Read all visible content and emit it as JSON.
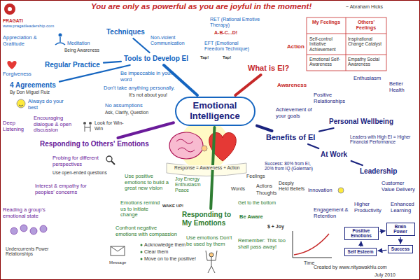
{
  "diagram": {
    "title": "You are only as powerful as you are joyful in the moment!",
    "nodes": [
      {
        "text": [
          "Emotional Intelligence"
        ]
      },
      {
        "text": [
          "What is EI?"
        ]
      },
      {
        "text": [
          "Benefits of EI"
        ]
      },
      {
        "text": [
          "Responding to My Emotions"
        ]
      },
      {
        "text": [
          "Responding to Others' Emotions"
        ]
      },
      {
        "text": [
          "Tools to Develop EI"
        ]
      },
      {
        "text": [
          "Regular Practice"
        ]
      },
      {
        "text": [
          "Techniques"
        ]
      },
      {
        "text": [
          "4 Agreements",
          "By Don Miguel Ruiz"
        ]
      },
      {
        "text": [
          "Personal Wellbeing"
        ]
      },
      {
        "text": [
          "At Work"
        ]
      },
      {
        "text": [
          "Leadership"
        ]
      },
      {
        "text": [
          "Positive Emotions"
        ]
      },
      {
        "text": [
          "Brain Power"
        ]
      },
      {
        "text": [
          "Success"
        ]
      },
      {
        "text": [
          "Self Esteem"
        ]
      }
    ],
    "edges": [
      {
        "from": 0,
        "to": 1,
        "arrow": "none"
      },
      {
        "from": 0,
        "to": 2,
        "arrow": "none"
      },
      {
        "from": 0,
        "to": 3,
        "arrow": "none"
      },
      {
        "from": 0,
        "to": 4,
        "arrow": "none"
      },
      {
        "from": 0,
        "to": 5,
        "arrow": "none"
      },
      {
        "from": 5,
        "to": 6,
        "arrow": "none"
      },
      {
        "from": 5,
        "to": 7,
        "arrow": "none"
      },
      {
        "from": 5,
        "to": 8,
        "arrow": "none"
      },
      {
        "from": 2,
        "to": 9,
        "arrow": "none"
      },
      {
        "from": 2,
        "to": 10,
        "arrow": "none"
      },
      {
        "from": 10,
        "to": 11,
        "arrow": "none"
      },
      {
        "from": 12,
        "to": 13,
        "arrow": "to"
      },
      {
        "from": 13,
        "to": 14,
        "arrow": "to"
      },
      {
        "from": 14,
        "to": 15,
        "arrow": "to"
      },
      {
        "from": 15,
        "to": 12,
        "arrow": "to"
      }
    ],
    "labels": [
      "~ Abraham Hicks",
      "PRAGATI",
      "www.pragatileadership.com",
      "Appreciation & Gratitude",
      "Forgiveness",
      "Meditation",
      "Being Awareness",
      "RET (Rational Emotive Therapy)",
      "A-B-C...D!",
      "Non-violent Communication",
      "EFT (Emotional Freedom Technique)",
      "Tap!",
      "Tap!",
      "Be impeccable in your word",
      "Don't take anything personally.",
      "It's not about you!",
      "Always do your best",
      "No assumptions",
      "Ask, Clarify, Question",
      "Action",
      "Awareness",
      "My Feelings",
      "Others' Feelings",
      "Self-control Initiative Achievement",
      "Inspirational Change Catalyst",
      "Emotional Self-Awareness",
      "Empathy Social Awareness",
      "Positive Relationships",
      "Enthusiasm",
      "Better Health",
      "Achievement of your goals",
      "Success: 80% from EI, 20% from IQ (Goleman)",
      "Leaders with High EI = Higher Financial Performance",
      "Innovation",
      "Customer Value Delivery",
      "Engagement & Retention",
      "Higher Productivity",
      "Enhanced Learning",
      "$ + Joy",
      "Time",
      "Use positive emotions to build a great new vision",
      "Joy Energy Enthusiasm Peace",
      "Emotions remind us to initiate change",
      "WAKE UP!",
      "Confront negative emotions with compassion",
      "Message",
      "Acknowledge them",
      "Clear them",
      "Move on to the positive!",
      "Be Aware",
      "Feelings",
      "Words",
      "Actions",
      "Thoughts",
      "Deeply Held Beliefs",
      "Get to the bottom",
      "Use emotions Don't be used by them",
      "Remember: This too shall pass away!",
      "Response = Awareness + Action",
      "Encouraging dialogue & open discussion",
      "Deep Listening",
      "Look for Win-Win",
      "Probing for different perspectives",
      "Use open-ended questions",
      "Interest & empathy for peoples' concerns",
      "Reading a group's emotional state",
      "Undercurrents Power Relationships",
      "Created by www.nityawakhlu.com",
      "July 2010"
    ]
  }
}
